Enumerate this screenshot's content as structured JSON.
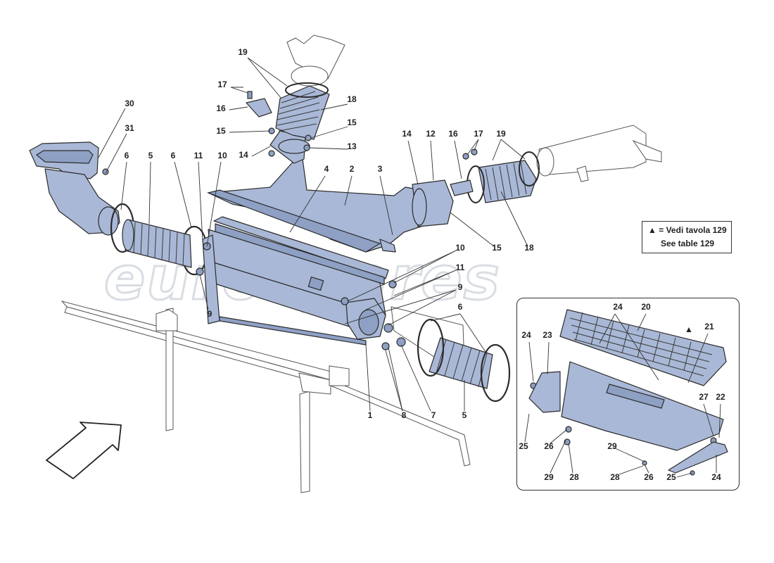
{
  "watermark": "eurospares",
  "note": {
    "symbol": "▲",
    "equals": "=",
    "line1": "Vedi tavola 129",
    "line2": "See table 129"
  },
  "detail_marker": "▲",
  "callouts": [
    {
      "id": "c30",
      "text": "30"
    },
    {
      "id": "c31",
      "text": "31"
    },
    {
      "id": "c6a",
      "text": "6"
    },
    {
      "id": "c5a",
      "text": "5"
    },
    {
      "id": "c6b",
      "text": "6"
    },
    {
      "id": "c11a",
      "text": "11"
    },
    {
      "id": "c10a",
      "text": "10"
    },
    {
      "id": "c9a",
      "text": "9"
    },
    {
      "id": "c19a",
      "text": "19"
    },
    {
      "id": "c17a",
      "text": "17"
    },
    {
      "id": "c16a",
      "text": "16"
    },
    {
      "id": "c18a",
      "text": "18"
    },
    {
      "id": "c15a",
      "text": "15"
    },
    {
      "id": "c15b",
      "text": "15"
    },
    {
      "id": "c14a",
      "text": "14"
    },
    {
      "id": "c13",
      "text": "13"
    },
    {
      "id": "c4",
      "text": "4"
    },
    {
      "id": "c2",
      "text": "2"
    },
    {
      "id": "c3",
      "text": "3"
    },
    {
      "id": "c14b",
      "text": "14"
    },
    {
      "id": "c12",
      "text": "12"
    },
    {
      "id": "c16b",
      "text": "16"
    },
    {
      "id": "c17b",
      "text": "17"
    },
    {
      "id": "c19b",
      "text": "19"
    },
    {
      "id": "c15c",
      "text": "15"
    },
    {
      "id": "c18b",
      "text": "18"
    },
    {
      "id": "c10b",
      "text": "10"
    },
    {
      "id": "c11b",
      "text": "11"
    },
    {
      "id": "c9b",
      "text": "9"
    },
    {
      "id": "c6c",
      "text": "6"
    },
    {
      "id": "c1",
      "text": "1"
    },
    {
      "id": "c8",
      "text": "8"
    },
    {
      "id": "c7",
      "text": "7"
    },
    {
      "id": "c5b",
      "text": "5"
    },
    {
      "id": "c24a",
      "text": "24"
    },
    {
      "id": "c20",
      "text": "20"
    },
    {
      "id": "c24b",
      "text": "24"
    },
    {
      "id": "c23",
      "text": "23"
    },
    {
      "id": "c21",
      "text": "21"
    },
    {
      "id": "c27",
      "text": "27"
    },
    {
      "id": "c22",
      "text": "22"
    },
    {
      "id": "c25a",
      "text": "25"
    },
    {
      "id": "c26a",
      "text": "26"
    },
    {
      "id": "c29a",
      "text": "29"
    },
    {
      "id": "c29b",
      "text": "29"
    },
    {
      "id": "c28a",
      "text": "28"
    },
    {
      "id": "c28b",
      "text": "28"
    },
    {
      "id": "c26b",
      "text": "26"
    },
    {
      "id": "c25b",
      "text": "25"
    },
    {
      "id": "c24c",
      "text": "24"
    }
  ]
}
